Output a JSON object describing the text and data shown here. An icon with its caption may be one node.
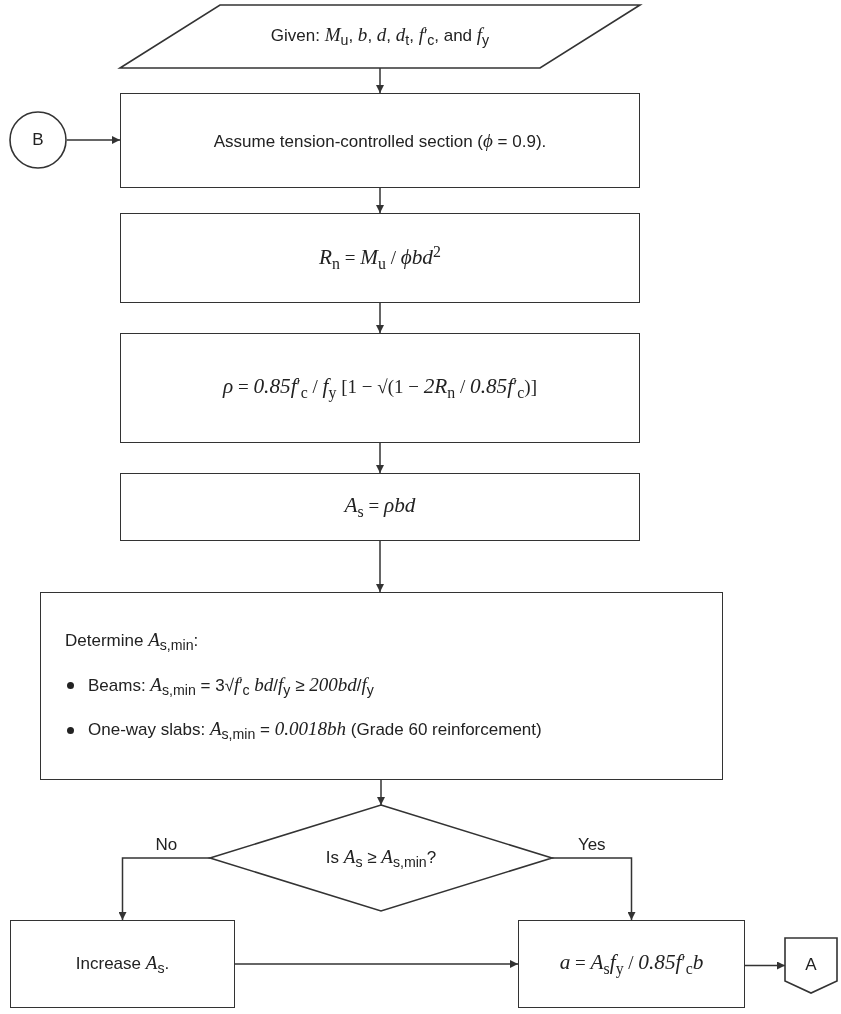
{
  "diagram": {
    "nodes": [
      {
        "text": [
          "Given: *M*$_{u}$, *b*, *d*, *d*$_{t}$, *f*′$_{c}$, and *f*$_{y}$"
        ]
      },
      {
        "text": [
          "B"
        ]
      },
      {
        "text": [
          "Assume tension-controlled section (*ϕ* = 0.9)."
        ]
      },
      {
        "text": [
          "*R*$_{n}$ = *M*$_{u}$ / *ϕbd*$^{2}$"
        ]
      },
      {
        "text": [
          "*ρ* = *0.85f*′$_{c}$ / *f*$_{y}$ [1 − √(1 − *2R*$_{n}$ / *0.85f*′$_{c}$)]"
        ]
      },
      {
        "text": [
          "*A*$_{s}$ = *ρbd*"
        ]
      },
      {
        "text": [
          "Determine *A*$_{s,min}$:",
          "Beams: *A*$_{s,min}$ = 3√*f*′$_{c}$ *bd*/*f*$_{y}$ ≥ *200bd*/*f*$_{y}$",
          "One-way slabs: *A*$_{s,min}$ = *0.0018bh* (Grade 60 reinforcement)"
        ]
      },
      {
        "text": [
          "Is *A*$_{s}$ ≥ *A*$_{s,min}$?"
        ]
      },
      {
        "text": [
          "Increase *A*$_{s}$."
        ]
      },
      {
        "text": [
          "*a* = *A*$_{s}$*f*$_{y}$ / *0.85f*′$_{c}$*b*"
        ]
      },
      {
        "text": [
          "A"
        ]
      }
    ],
    "edges": [
      {
        "from": 0,
        "to": 2,
        "arrow": "to"
      },
      {
        "from": 1,
        "to": 2,
        "arrow": "to"
      },
      {
        "from": 2,
        "to": 3,
        "arrow": "to"
      },
      {
        "from": 3,
        "to": 4,
        "arrow": "to"
      },
      {
        "from": 4,
        "to": 5,
        "arrow": "to"
      },
      {
        "from": 5,
        "to": 6,
        "arrow": "to"
      },
      {
        "from": 6,
        "to": 7,
        "arrow": "to"
      },
      {
        "from": 7,
        "to": 8,
        "arrow": "to",
        "label": "No"
      },
      {
        "from": 7,
        "to": 9,
        "arrow": "to",
        "label": "Yes"
      },
      {
        "from": 8,
        "to": 9,
        "arrow": "to"
      },
      {
        "from": 9,
        "to": 10,
        "arrow": "to"
      }
    ]
  }
}
